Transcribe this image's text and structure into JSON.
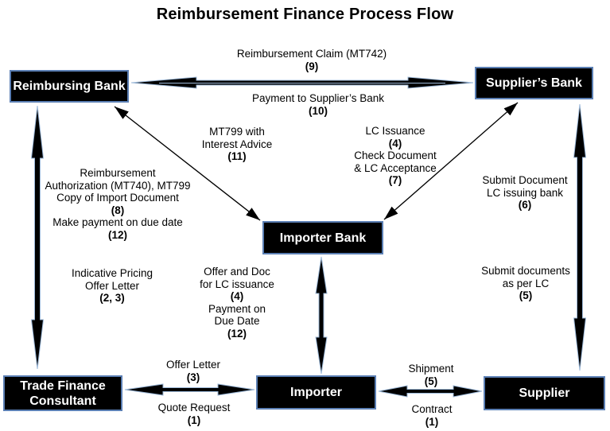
{
  "title": "Reimbursement Finance Process Flow",
  "colors": {
    "background": "#ffffff",
    "box_background": "#000000",
    "box_border": "#5b7fb4",
    "box_text": "#ffffff",
    "arrow": "#000000",
    "arrow_edge": "#9db9d9",
    "label_text": "#000000"
  },
  "nodes": {
    "reimbursing_bank": {
      "label": "Reimbursing Bank"
    },
    "suppliers_bank": {
      "label": "Supplier’s Bank"
    },
    "importer_bank": {
      "label": "Importer Bank"
    },
    "trade_finance_consultant": {
      "label_line1": "Trade Finance",
      "label_line2": "Consultant"
    },
    "importer": {
      "label": "Importer"
    },
    "supplier": {
      "label": "Supplier"
    }
  },
  "edge_labels": {
    "reimbursement_claim": {
      "line1": "Reimbursement Claim (MT742)",
      "step": "(9)"
    },
    "payment_to_suppliers_bank": {
      "line1": "Payment to Supplier’s Bank",
      "step": "(10)"
    },
    "mt799_interest_advice": {
      "line1": "MT799 with",
      "line2": "Interest Advice",
      "step": "(11)"
    },
    "lc_issuance_acceptance": {
      "line1": "LC Issuance",
      "step1": "(4)",
      "line2": "Check Document",
      "line3": "& LC Acceptance",
      "step2": "(7)"
    },
    "reimbursement_authorization": {
      "line1": "Reimbursement",
      "line2": "Authorization (MT740), MT799",
      "line3": "Copy of Import Document",
      "step1": "(8)",
      "line4": "Make payment on due date",
      "step2": "(12)"
    },
    "submit_document_lc_issuing_bank": {
      "line1": "Submit Document",
      "line2": "LC issuing bank",
      "step": "(6)"
    },
    "indicative_pricing_offer_letter": {
      "line1": "Indicative Pricing",
      "line2": "Offer Letter",
      "step": "(2, 3)"
    },
    "offer_and_doc_for_lc": {
      "line1": "Offer and Doc",
      "line2": "for LC issuance",
      "step1": "(4)",
      "line3": "Payment on",
      "line4": "Due Date",
      "step2": "(12)"
    },
    "submit_documents_as_per_lc": {
      "line1": "Submit documents",
      "line2": "as per LC",
      "step": "(5)"
    },
    "offer_letter": {
      "line1": "Offer Letter",
      "step": "(3)"
    },
    "quote_request": {
      "line1": "Quote Request",
      "step": "(1)"
    },
    "shipment": {
      "line1": "Shipment",
      "step": "(5)"
    },
    "contract": {
      "line1": "Contract",
      "step": "(1)"
    }
  }
}
